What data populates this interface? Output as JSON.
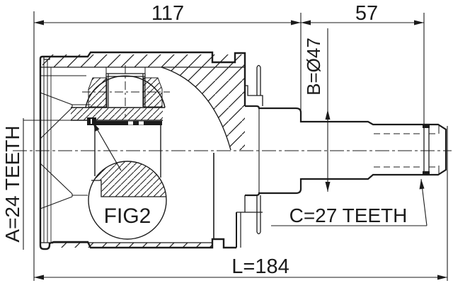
{
  "drawing": {
    "type": "technical-section-drawing",
    "subject": "CV joint inner assembly, cross-section",
    "labels": {
      "width_housing": "117",
      "width_shaft": "57",
      "overall_length": "L=184",
      "boot_diameter": "B=Ø47",
      "inner_spline_teeth": "A=24 TEETH",
      "shaft_spline_teeth": "C=27 TEETH",
      "detail_callout": "FIG2"
    },
    "colors": {
      "line": "#1b1b1b",
      "background": "#ffffff"
    }
  }
}
